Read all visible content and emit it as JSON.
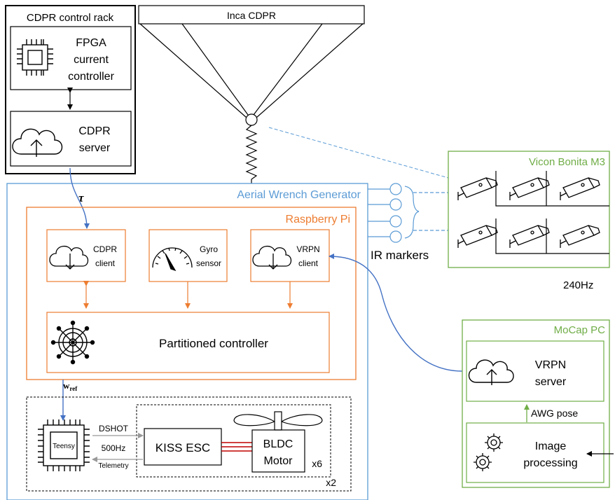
{
  "rack": {
    "title": "CDPR control rack",
    "fpga": [
      "FPGA",
      "current",
      "controller"
    ],
    "server": [
      "CDPR",
      "server"
    ]
  },
  "inca": {
    "title": "Inca CDPR"
  },
  "awg": {
    "title": "Aerial Wrench Generator",
    "tau": "τ"
  },
  "rpi": {
    "title": "Raspberry Pi",
    "cdpr_client": [
      "CDPR",
      "client"
    ],
    "gyro": [
      "Gyro",
      "sensor"
    ],
    "vrpn_client": [
      "VRPN",
      "client"
    ],
    "controller": "Partitioned controller"
  },
  "wref": {
    "main": "w",
    "sub": "ref"
  },
  "drive": {
    "teensy": "Teensy",
    "dshot": "DSHOT",
    "rate": "500Hz",
    "telemetry": "Telemetry",
    "esc": "KISS ESC",
    "motor": [
      "BLDC",
      "Motor"
    ],
    "x6": "x6",
    "x2": "x2"
  },
  "vicon": {
    "title": "Vicon Bonita M3",
    "rate": "240Hz"
  },
  "ir": "IR markers",
  "mocap": {
    "title": "MoCap PC",
    "server": [
      "VRPN",
      "server"
    ],
    "pose": "AWG pose",
    "image": [
      "Image",
      "processing"
    ]
  },
  "colors": {
    "blue": "#5b9bd5",
    "orange": "#ed7d31",
    "green": "#70ad47",
    "link": "#4472c4",
    "red": "#c00000"
  }
}
